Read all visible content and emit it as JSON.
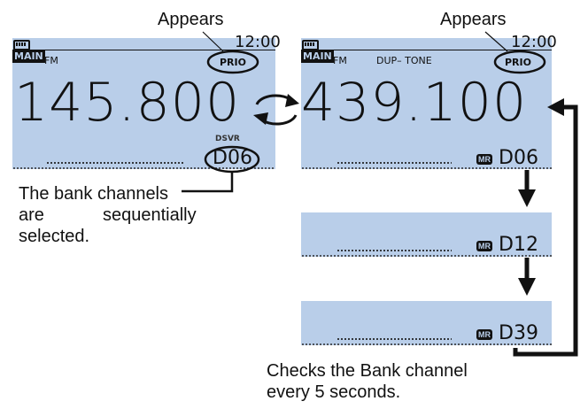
{
  "annotations": {
    "appears_left": "Appears",
    "appears_right": "Appears",
    "bank_note_line1": "The bank channels",
    "bank_note_line2a": "are",
    "bank_note_line2b": "sequentially",
    "bank_note_line3": "selected.",
    "check_note_line1": "Checks the Bank channel",
    "check_note_line2": "every 5 seconds."
  },
  "left_display": {
    "time": "12:00",
    "main_label": "MAIN",
    "mode": "FM",
    "prio": "PRIO",
    "frequency": "145.800",
    "small_label": "DSVR",
    "channel": "D06"
  },
  "right_display": {
    "time": "12:00",
    "main_label": "MAIN",
    "mode": "FM",
    "dup_tone": "DUP– TONE",
    "prio": "PRIO",
    "frequency": "439.100",
    "mr": "MR",
    "channel": "D06"
  },
  "strip_1": {
    "mr": "MR",
    "channel": "D12"
  },
  "strip_2": {
    "mr": "MR",
    "channel": "D39"
  },
  "colors": {
    "lcd_background": "#b9cee9",
    "ink": "#111111"
  }
}
